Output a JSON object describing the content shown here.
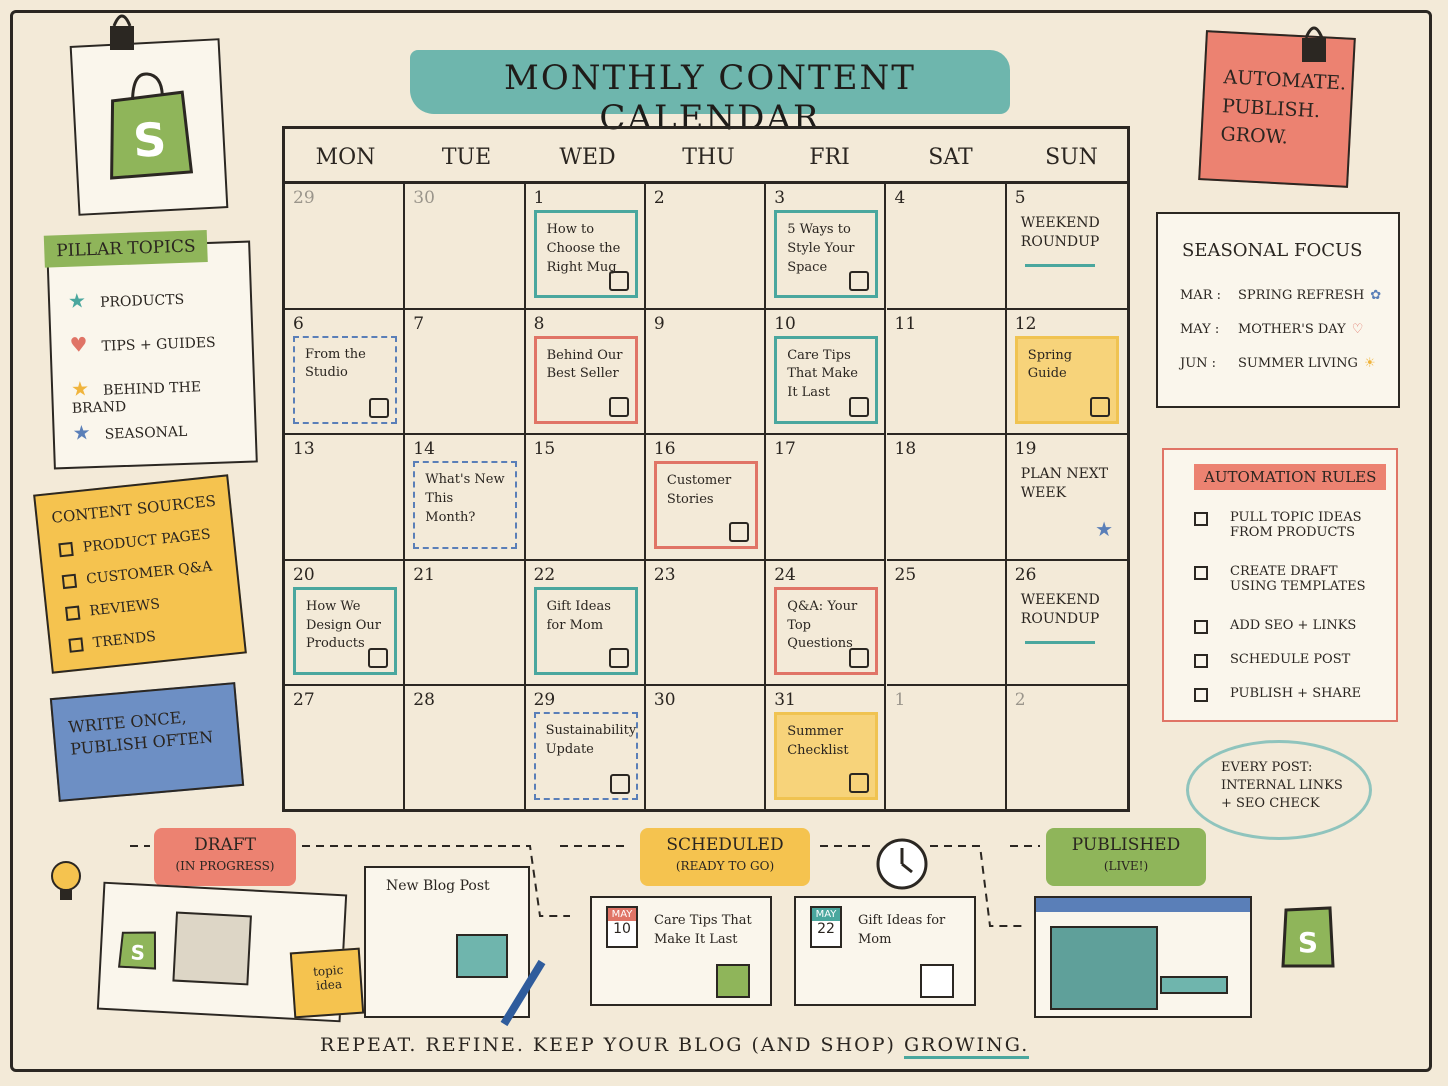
{
  "title": "Monthly Content Calendar",
  "tagline_top_right": [
    "Automate.",
    "Publish.",
    "Grow."
  ],
  "days": [
    "Mon",
    "Tue",
    "Wed",
    "Thu",
    "Fri",
    "Sat",
    "Sun"
  ],
  "weeks": [
    [
      {
        "n": "29",
        "dim": true
      },
      {
        "n": "30",
        "dim": true
      },
      {
        "n": "1",
        "post": "How to Choose the Right Mug",
        "style": "teal",
        "icon": "mug-icon"
      },
      {
        "n": "2"
      },
      {
        "n": "3",
        "post": "5 Ways to Style Your Space",
        "style": "teal",
        "icon": "chair-icon"
      },
      {
        "n": "4"
      },
      {
        "n": "5",
        "note": "Weekend Roundup"
      }
    ],
    [
      {
        "n": "6",
        "post": "From the Studio",
        "style": "blue",
        "icon": "heart-icon"
      },
      {
        "n": "7"
      },
      {
        "n": "8",
        "post": "Behind Our Best Seller",
        "style": "red",
        "icon": "shopify-bag-icon"
      },
      {
        "n": "9"
      },
      {
        "n": "10",
        "post": "Care Tips That Make It Last",
        "style": "teal",
        "icon": "bottle-icon"
      },
      {
        "n": "11"
      },
      {
        "n": "12",
        "post": "Spring Guide",
        "style": "yellow",
        "icon": "flower-icon"
      }
    ],
    [
      {
        "n": "13"
      },
      {
        "n": "14",
        "post": "What's New This Month?",
        "style": "blue"
      },
      {
        "n": "15"
      },
      {
        "n": "16",
        "post": "Customer Stories",
        "style": "red",
        "icon": "speech-bubble-icon"
      },
      {
        "n": "17"
      },
      {
        "n": "18"
      },
      {
        "n": "19",
        "note": "Plan Next Week",
        "icon": "star-icon"
      }
    ],
    [
      {
        "n": "20",
        "post": "How We Design Our Products",
        "style": "teal",
        "icon": "pencil-icon"
      },
      {
        "n": "21"
      },
      {
        "n": "22",
        "post": "Gift Ideas for Mom",
        "style": "teal",
        "icon": "gift-icon"
      },
      {
        "n": "23"
      },
      {
        "n": "24",
        "post": "Q&A: Your Top Questions",
        "style": "red",
        "icon": "question-icon"
      },
      {
        "n": "25"
      },
      {
        "n": "26",
        "note": "Weekend Roundup"
      }
    ],
    [
      {
        "n": "27"
      },
      {
        "n": "28"
      },
      {
        "n": "29",
        "post": "Sustainability Update",
        "style": "blue",
        "icon": "leaf-icon"
      },
      {
        "n": "30"
      },
      {
        "n": "31",
        "post": "Summer Checklist",
        "style": "yellow",
        "icon": "sun-icon"
      },
      {
        "n": "1",
        "dim": true
      },
      {
        "n": "2",
        "dim": true
      }
    ]
  ],
  "pillar": {
    "title": "Pillar Topics",
    "items": [
      {
        "label": "Products",
        "color": "#4aa79e"
      },
      {
        "label": "Tips + Guides",
        "color": "#e07466"
      },
      {
        "label": "Behind the Brand",
        "color": "#f0b43c"
      },
      {
        "label": "Seasonal",
        "color": "#5a7fb8"
      }
    ]
  },
  "sources": {
    "title": "Content Sources",
    "items": [
      "Product Pages",
      "Customer Q&A",
      "Reviews",
      "Trends"
    ]
  },
  "write_once": "Write once, publish often",
  "seasonal": {
    "title": "Seasonal Focus",
    "items": [
      {
        "month": "Mar :",
        "focus": "Spring Refresh"
      },
      {
        "month": "May :",
        "focus": "Mother's Day"
      },
      {
        "month": "Jun :",
        "focus": "Summer Living"
      }
    ]
  },
  "automation": {
    "title": "Automation Rules",
    "items": [
      [
        "Pull topic ideas",
        "from products"
      ],
      [
        "Create draft",
        "using templates"
      ],
      [
        "Add SEO + links"
      ],
      [
        "Schedule post"
      ],
      [
        "Publish + share"
      ]
    ]
  },
  "every_post": [
    "Every post:",
    "internal links",
    "+ SEO check"
  ],
  "workflow": {
    "draft": {
      "title": "Draft",
      "sub": "(In progress)"
    },
    "scheduled": {
      "title": "Scheduled",
      "sub": "(Ready to go)"
    },
    "published": {
      "title": "Published",
      "sub": "(Live!)"
    },
    "new_post": "New Blog Post",
    "topic_idea": "topic idea",
    "sched_items": [
      {
        "month": "MAY",
        "day": "10",
        "text": "Care Tips That Make It Last"
      },
      {
        "month": "MAY",
        "day": "22",
        "text": "Gift Ideas for Mom"
      }
    ]
  },
  "footer": {
    "text": "Repeat. Refine. Keep your blog (and shop)",
    "underlined": "growing."
  },
  "colors": {
    "teal": "#4aa79e",
    "red": "#e07466",
    "blue": "#5a7fb8",
    "yellow": "#f0c351",
    "green": "#8fb55a"
  }
}
